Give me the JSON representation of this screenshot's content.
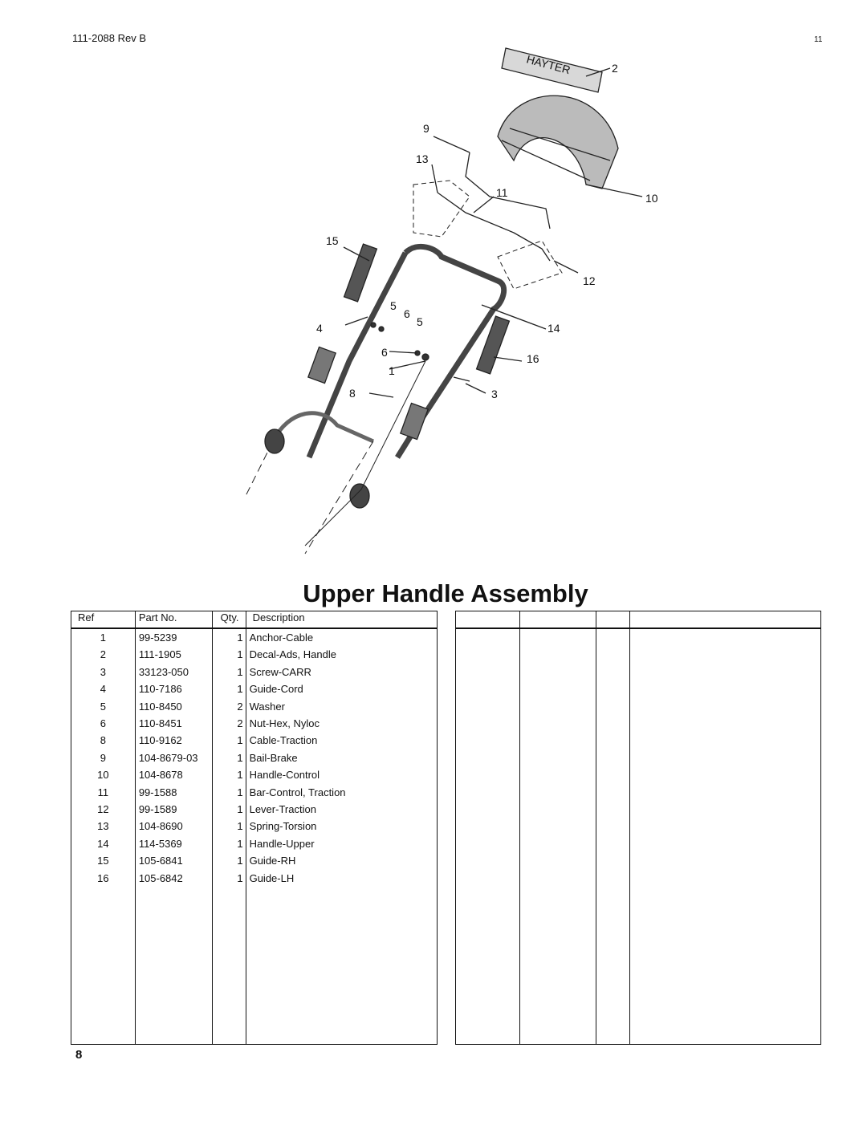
{
  "header": {
    "doc_code": "111-2088  Rev B",
    "page_top": "11"
  },
  "diagram": {
    "callouts": [
      "2",
      "9",
      "13",
      "11",
      "10",
      "15",
      "12",
      "5",
      "6",
      "5",
      "4",
      "14",
      "6",
      "16",
      "1",
      "8",
      "3"
    ],
    "decal_text": "HAYTER"
  },
  "title": "Upper Handle Assembly",
  "table": {
    "headers": {
      "ref": "Ref",
      "part": "Part No.",
      "qty": "Qty.",
      "desc": "Description"
    },
    "rows": [
      {
        "ref": "1",
        "part": "99-5239",
        "qty": "1",
        "desc": "Anchor-Cable"
      },
      {
        "ref": "2",
        "part": "111-1905",
        "qty": "1",
        "desc": "Decal-Ads, Handle"
      },
      {
        "ref": "3",
        "part": "33123-050",
        "qty": "1",
        "desc": "Screw-CARR"
      },
      {
        "ref": "4",
        "part": "110-7186",
        "qty": "1",
        "desc": "Guide-Cord"
      },
      {
        "ref": "5",
        "part": "110-8450",
        "qty": "2",
        "desc": "Washer"
      },
      {
        "ref": "6",
        "part": "110-8451",
        "qty": "2",
        "desc": "Nut-Hex, Nyloc"
      },
      {
        "ref": "8",
        "part": "110-9162",
        "qty": "1",
        "desc": "Cable-Traction"
      },
      {
        "ref": "9",
        "part": "104-8679-03",
        "qty": "1",
        "desc": "Bail-Brake"
      },
      {
        "ref": "10",
        "part": "104-8678",
        "qty": "1",
        "desc": "Handle-Control"
      },
      {
        "ref": "11",
        "part": "99-1588",
        "qty": "1",
        "desc": "Bar-Control, Traction"
      },
      {
        "ref": "12",
        "part": "99-1589",
        "qty": "1",
        "desc": "Lever-Traction"
      },
      {
        "ref": "13",
        "part": "104-8690",
        "qty": "1",
        "desc": "Spring-Torsion"
      },
      {
        "ref": "14",
        "part": "114-5369",
        "qty": "1",
        "desc": "Handle-Upper"
      },
      {
        "ref": "15",
        "part": "105-6841",
        "qty": "1",
        "desc": "Guide-RH"
      },
      {
        "ref": "16",
        "part": "105-6842",
        "qty": "1",
        "desc": "Guide-LH"
      }
    ]
  },
  "footer": {
    "page_bottom": "8"
  }
}
